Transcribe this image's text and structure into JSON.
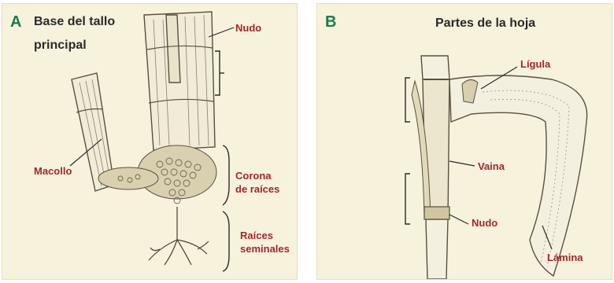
{
  "panel_a": {
    "letter": "A",
    "title_line1": "Base del tallo",
    "title_line2": "principal",
    "labels": {
      "nudo": "Nudo",
      "macollo": "Macollo",
      "corona_line1": "Corona",
      "corona_line2": "de raíces",
      "raices_line1": "Raíces",
      "raices_line2": "seminales"
    }
  },
  "panel_b": {
    "letter": "B",
    "title": "Partes de la hoja",
    "labels": {
      "ligula": "Lígula",
      "vaina": "Vaina",
      "nudo": "Nudo",
      "lamina": "Lámina"
    }
  },
  "colors": {
    "panel_bg": "#f6f2dc",
    "letter": "#1a7a50",
    "label": "#a3262e",
    "title": "#2a2a2a",
    "drawing": "#5a5040"
  }
}
